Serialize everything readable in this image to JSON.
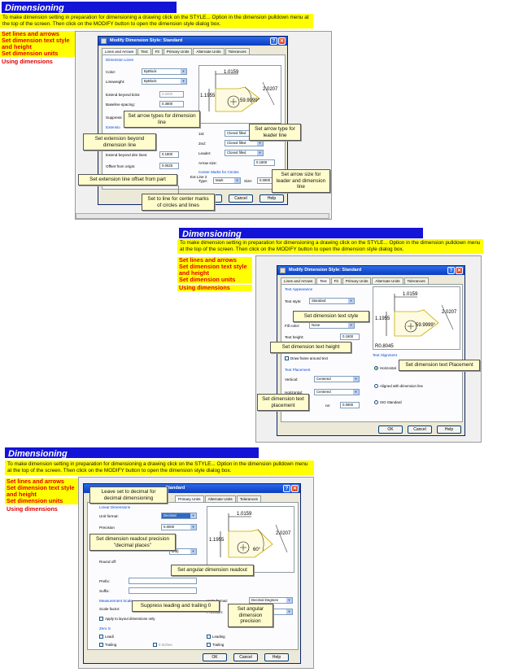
{
  "slide_title": "Dimensioning",
  "intro_text": "To make dimension setting in preparation for dimensioning a drawing click on the STYLE... Option in the dimension pulldown menu at the top of the screen. Then click on the MODIFY button to open the dimension style dialog box.",
  "topics": [
    "Set lines and arrows",
    "Set dimension text style and height",
    "Set dimension units",
    "Using dimensions"
  ],
  "dialog": {
    "title": "Modify Dimension Style: Standard",
    "help_symbol": "?",
    "close_symbol": "✕",
    "ok": "OK",
    "cancel": "Cancel",
    "help": "Help",
    "tabs": [
      "Lines and Arrows",
      "Text",
      "Fit",
      "Primary Units",
      "Alternate Units",
      "Tolerances"
    ]
  },
  "preview": {
    "dim_top": "1.0159",
    "dim_left": "1.1955",
    "dim_right": "2.0207",
    "dim_angle": "59.9999°",
    "dim_radius": "R0.8045",
    "dim_angle_short": "60°",
    "dim_right_alt": "2.0207"
  },
  "slide1": {
    "dimension_lines_group": "Dimension Lines",
    "color_label": "Color:",
    "color_value": "ByBlock",
    "lineweight_label": "Lineweight:",
    "lineweight_value": "ByBlock",
    "extend_ticks_label": "Extend beyond ticks:",
    "extend_ticks_value": "0.0000",
    "baseline_label": "Baseline spacing:",
    "baseline_value": "0.3800",
    "suppress_label": "Suppress:",
    "extension_group": "Extensio",
    "extend_dim_label": "Extend beyond dim lines:",
    "extend_dim_value": "0.1800",
    "offset_label": "Offset from origin:",
    "offset_value": "0.0625",
    "ext_line2": "Ext Line 2",
    "arrow_first_label": "1st:",
    "arrow_second_label": "2nd:",
    "arrow_leader_label": "Leader:",
    "arrow_value": "Closed filled",
    "arrow_size_label": "Arrow size:",
    "arrow_size_value": "0.1800",
    "center_group": "Center Marks for Circles",
    "center_type_label": "Type:",
    "center_type_value": "Mark",
    "center_size_label": "Size:",
    "center_size_value": "0.0900",
    "callout_arrow_types": "Set arrow types for dimension line",
    "callout_extension": "Set extension beyond dimension line",
    "callout_leader": "Set arrow type for leader line",
    "callout_offset": "Set extension line offset from part",
    "callout_arrow_size": "Set arrow size for leader and dimension line",
    "callout_center": "Set to line for center marks of circles and lines"
  },
  "slide2": {
    "text_appearance_group": "Text Appearance",
    "text_style_label": "Text style:",
    "text_style_value": "Standard",
    "fill_color_label": "Fill color:",
    "fill_color_value": "None",
    "text_height_label": "Text height:",
    "text_height_value": "0.1800",
    "draw_frame_label": "Draw frame around text",
    "text_placement_group": "Text Placement",
    "vertical_label": "Vertical:",
    "vertical_value": "Centered",
    "horizontal_label": "Horizontal:",
    "horizontal_value": "Centered",
    "offset_value": "0.0900",
    "offset_label_partial": "ne:",
    "text_alignment_group": "Text Alignment",
    "align_horizontal": "Horizontal",
    "align_aligned": "Aligned with dimension line",
    "align_iso": "ISO Standard",
    "callout_text_style": "Set dimension text style",
    "callout_text_height": "Set dimension text height",
    "callout_placement": "Set dimension text placement",
    "callout_alignment": "Set dimension text Placement"
  },
  "slide3": {
    "dialog_title_partial": "c: Standard",
    "linear_group": "Linear Dimensions",
    "unit_format_label": "Unit format:",
    "unit_format_value": "Decimal",
    "precision_label": "Precision",
    "precision_value": "0.0000",
    "round_partial": "und)",
    "round_off_label": "Round off:",
    "prefix_label": "Prefix:",
    "suffix_label": "Suffix:",
    "measurement_group": "Measurement Scale",
    "scale_factor_label": "Scale factor:",
    "scale_factor_value": "1.0000",
    "apply_layout_label": "Apply to layout dimensions only",
    "zero_group": "Zero S",
    "leading_label": "Leadi",
    "trailing_label": "Trailing",
    "inches_label": "0 Inches",
    "angular_units_label": "Units format:",
    "angular_units_value": "Decimal Degrees",
    "angular_precision_label": "Precision:",
    "angular_precision_value": "0",
    "ang_leading_label": "Leading",
    "ang_trailing_label": "Trailing",
    "callout_decimal": "Leave set to decimal for decimal dimensioning",
    "callout_precision": "Set dimension readout precision \"decimal places\"",
    "callout_angular": "Set angular dimension readout",
    "callout_suppress": "Suppress leading and trailing 0",
    "callout_angular_precision": "Set angular dimension precision"
  }
}
